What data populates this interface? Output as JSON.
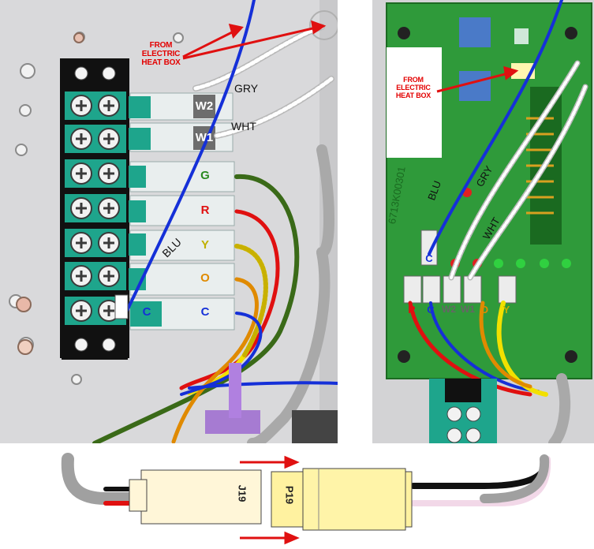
{
  "left_panel": {
    "callout": "FROM ELECTRIC HEAT BOX",
    "wire_labels": {
      "gry": "GRY",
      "wht": "WHT",
      "blu": "BLU"
    },
    "terminals": {
      "w2": "W2",
      "w1": "W1",
      "g": "G",
      "r": "R",
      "y": "Y",
      "o": "O",
      "c": "C",
      "c2": "C"
    },
    "colors": {
      "blue": "#1530d8",
      "red": "#e01010",
      "yellow": "#f2e000",
      "orange": "#e08a00",
      "green": "#3a6a18",
      "gray": "#9a9a9a",
      "white": "#ffffff",
      "terminal_block": "#1ea58c"
    }
  },
  "right_panel": {
    "callout": "FROM ELECTRIC HEAT BOX",
    "board_code": "6713K00301",
    "wire_labels": {
      "blu": "BLU",
      "gry": "GRY",
      "wht": "WHT"
    },
    "terminals": {
      "c_top": "C",
      "r": "R",
      "c": "C",
      "w2": "W2",
      "w1": "W1",
      "o": "O",
      "y": "Y"
    },
    "colors": {
      "board": "#2f9a3a",
      "led_red": "#e02020",
      "led_green": "#30d040"
    }
  },
  "bottom_panel": {
    "j19": "J19",
    "p19": "P19",
    "colors": {
      "arrow": "#e01010",
      "j19_body": "#fff6d8",
      "p19_body": "#fff2a0"
    }
  }
}
